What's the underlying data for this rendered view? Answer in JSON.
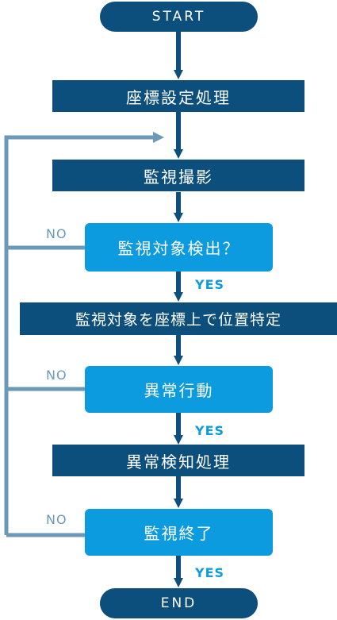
{
  "nodes": {
    "start": "START",
    "coord_setup": "座標設定処理",
    "capture": "監視撮影",
    "detect_q": "監視対象検出？",
    "locate": "監視対象を座標上で位置特定",
    "abnormal_q": "異常行動",
    "abnormal_handle": "異常検知処理",
    "end_q": "監視終了",
    "end": "END"
  },
  "labels": {
    "yes_1": "YES",
    "yes_2": "YES",
    "yes_3": "YES",
    "no_1": "NO",
    "no_2": "NO",
    "no_3": "NO"
  },
  "colors": {
    "dark_blue": "#0c4f7c",
    "bright_blue": "#0d9be0",
    "loop_line": "#6b9ab8"
  }
}
